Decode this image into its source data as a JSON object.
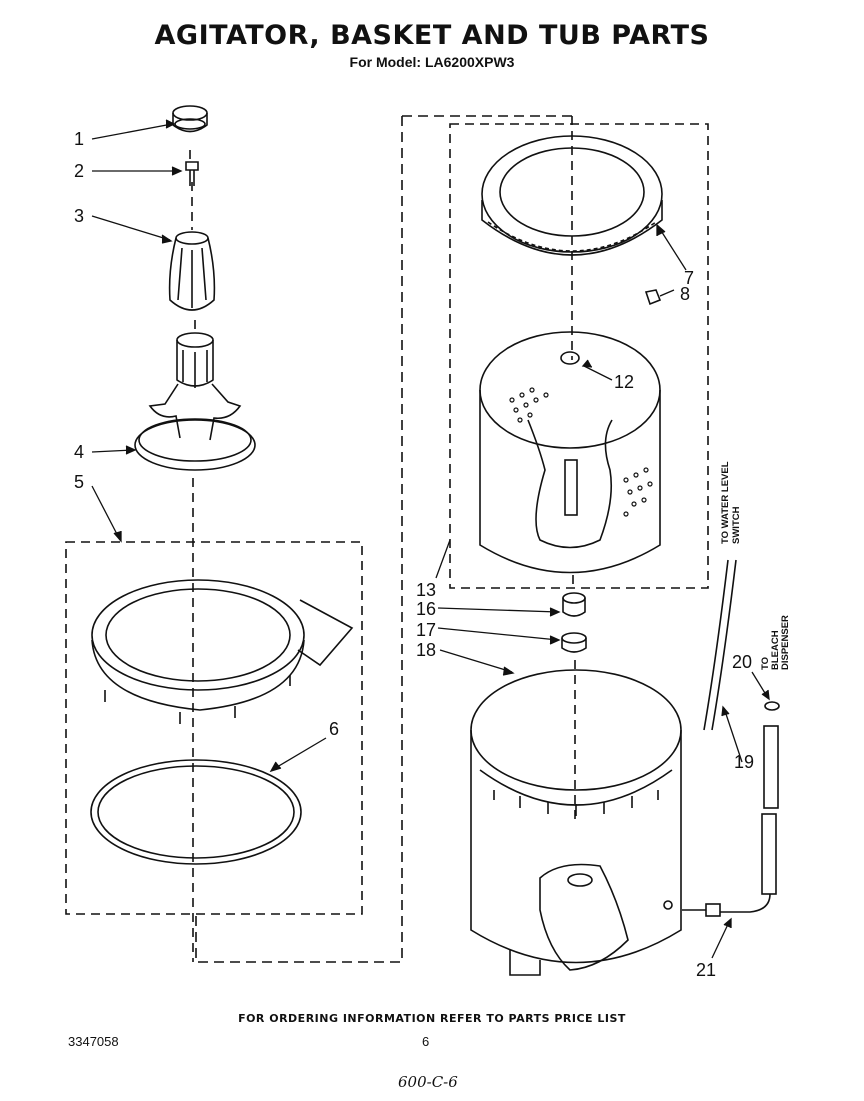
{
  "header": {
    "title": "AGITATOR, BASKET AND TUB PARTS",
    "subtitle": "For Model: LA6200XPW3"
  },
  "callouts": {
    "p1": "1",
    "p2": "2",
    "p3": "3",
    "p4": "4",
    "p5": "5",
    "p6": "6",
    "p7": "7",
    "p8": "8",
    "p12": "12",
    "p13": "13",
    "p16": "16",
    "p17": "17",
    "p18": "18",
    "p19": "19",
    "p20": "20",
    "p21": "21"
  },
  "notes": {
    "water_level_line1": "TO WATER LEVEL",
    "water_level_line2": "SWITCH",
    "bleach_line1": "TO",
    "bleach_line2": "BLEACH",
    "bleach_line3": "DISPENSER"
  },
  "footer": {
    "ordering_note": "FOR ORDERING INFORMATION REFER TO PARTS PRICE LIST",
    "doc_number": "3347058",
    "page_number": "6",
    "handwritten": "600-C-6"
  }
}
